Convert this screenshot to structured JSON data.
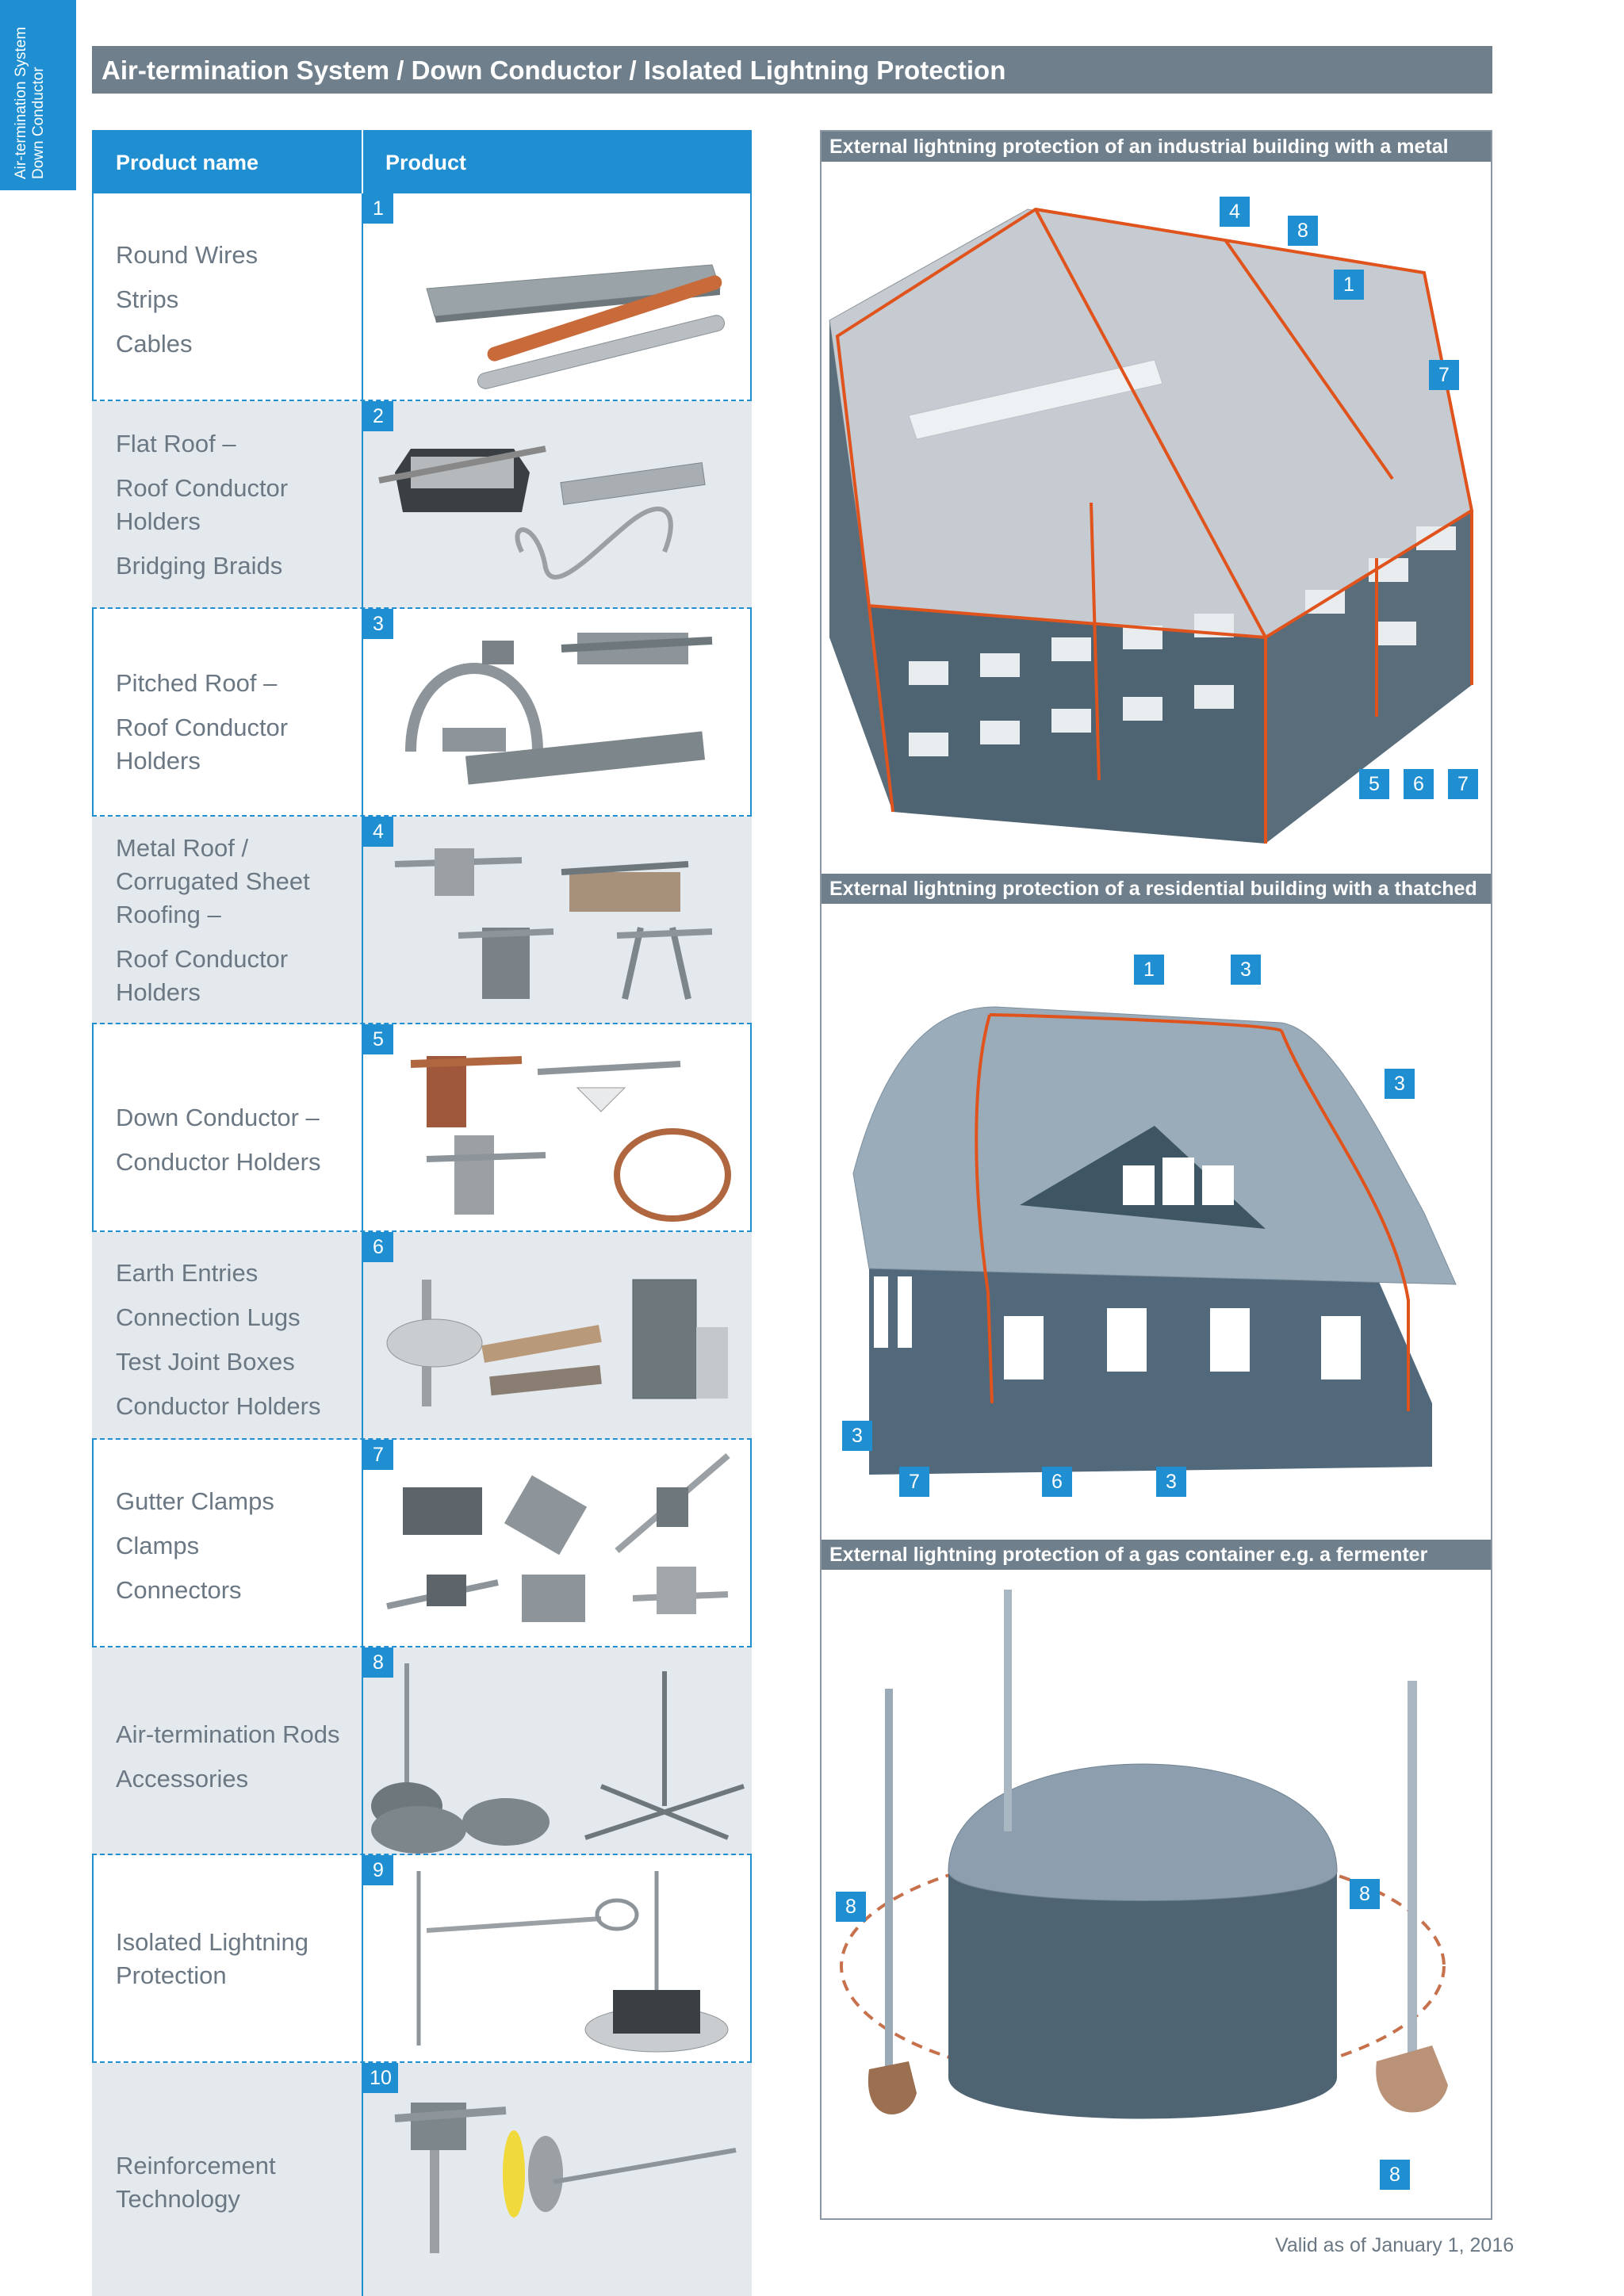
{
  "side_tab": {
    "line1": "Air-termination System",
    "line2": "Down Conductor"
  },
  "header": {
    "title": "Air-termination System / Down Conductor / Isolated Lightning Protection"
  },
  "table": {
    "col_product_name": "Product name",
    "col_product": "Product",
    "rows": [
      {
        "num": "1",
        "lines": [
          "Round Wires",
          "Strips",
          "Cables"
        ]
      },
      {
        "num": "2",
        "lines": [
          "Flat Roof –",
          "Roof Conductor",
          "Holders",
          "Bridging Braids"
        ]
      },
      {
        "num": "3",
        "lines": [
          "Pitched Roof –",
          "Roof Conductor",
          "Holders"
        ]
      },
      {
        "num": "4",
        "lines": [
          "Metal Roof /",
          "Corrugated Sheet",
          "Roofing –",
          "Roof Conductor",
          "Holders"
        ]
      },
      {
        "num": "5",
        "lines": [
          "Down Conductor –",
          "Conductor Holders"
        ]
      },
      {
        "num": "6",
        "lines": [
          "Earth Entries",
          "Connection Lugs",
          "Test Joint Boxes",
          "Conductor Holders"
        ]
      },
      {
        "num": "7",
        "lines": [
          "Gutter Clamps",
          "Clamps",
          "Connectors"
        ]
      },
      {
        "num": "8",
        "lines": [
          "Air-termination Rods",
          "Accessories"
        ]
      },
      {
        "num": "9",
        "lines": [
          "Isolated Lightning",
          "Protection"
        ]
      },
      {
        "num": "10",
        "lines": [
          "Reinforcement",
          "Technology"
        ]
      }
    ]
  },
  "sections": {
    "industrial": {
      "title": "External lightning protection of an industrial building with a metal roof",
      "callouts": [
        "4",
        "8",
        "1",
        "7",
        "5",
        "6",
        "7"
      ]
    },
    "residential": {
      "title": "External lightning protection of a residential building with a thatched roof",
      "callouts": [
        "1",
        "3",
        "3",
        "3",
        "7",
        "6",
        "3"
      ]
    },
    "gas": {
      "title": "External lightning protection of a gas container e.g. a fermenter",
      "callouts": [
        "8",
        "8",
        "8"
      ]
    }
  },
  "footer": {
    "valid": "Valid as of January 1, 2016"
  },
  "colors": {
    "accent": "#1f8fd2",
    "header_gray": "#6f7f8c",
    "conductor": "#e0531c",
    "wall": "#4f6473"
  }
}
